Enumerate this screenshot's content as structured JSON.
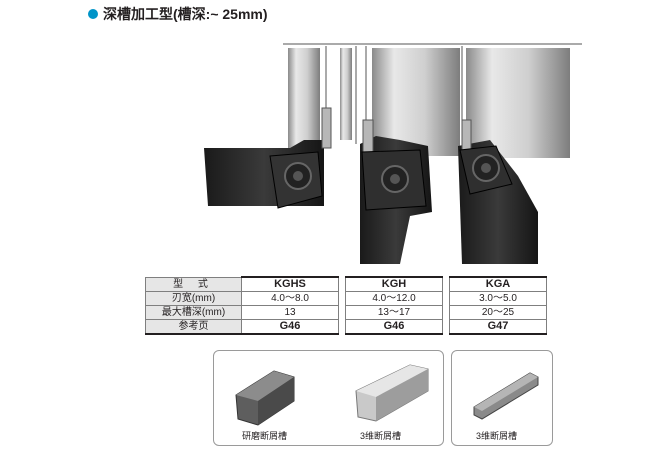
{
  "heading": "深槽加工型(槽深:~ 25mm)",
  "colors": {
    "accent_dot": "#0094c8",
    "header_fill": "#e6e6e6"
  },
  "table": {
    "header_label": "型 式",
    "columns": [
      "KGHS",
      "KGH",
      "KGA"
    ],
    "rows": [
      {
        "label": "刃宽(mm)",
        "values": [
          "4.0～8.0",
          "4.0～12.0",
          "3.0～5.0"
        ]
      },
      {
        "label": "最大槽深(mm)",
        "values": [
          "13",
          "13～17",
          "20～25"
        ]
      },
      {
        "label": "参考页",
        "values": [
          "G46",
          "G46",
          "G47"
        ]
      }
    ]
  },
  "inserts": {
    "captions": [
      "研磨断屑槽",
      "3维断屑槽",
      "3维断屑槽"
    ]
  }
}
